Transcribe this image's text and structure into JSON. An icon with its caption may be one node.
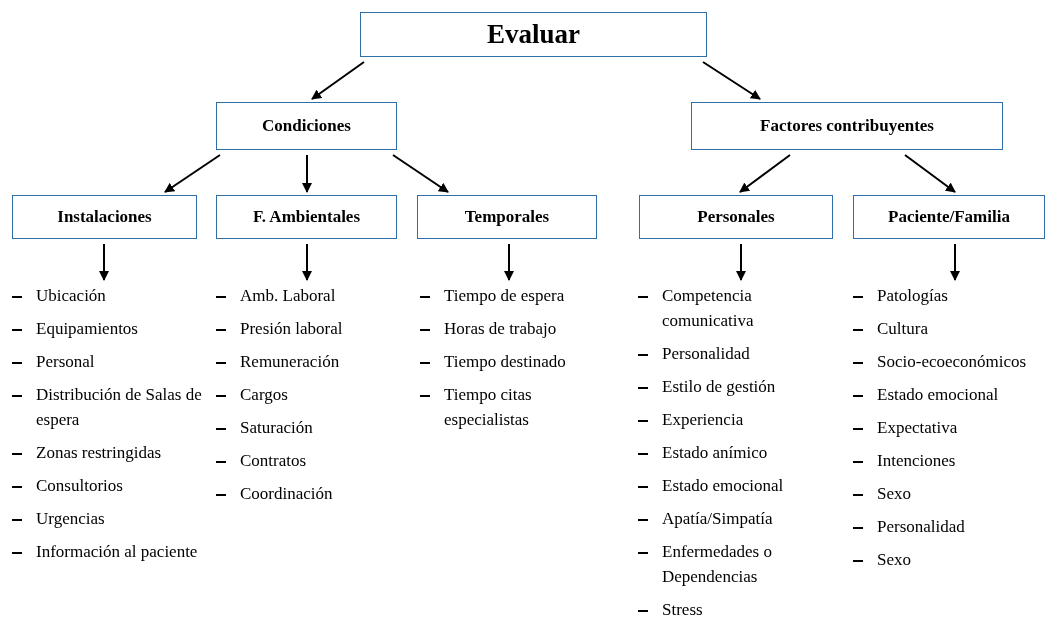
{
  "diagram": {
    "nodes": [
      {
        "text": [
          "Evaluar"
        ]
      },
      {
        "text": [
          "Condiciones"
        ]
      },
      {
        "text": [
          "Factores contribuyentes"
        ]
      },
      {
        "text": [
          "Instalaciones"
        ]
      },
      {
        "text": [
          "F. Ambientales"
        ]
      },
      {
        "text": [
          "Temporales"
        ]
      },
      {
        "text": [
          "Personales"
        ]
      },
      {
        "text": [
          "Paciente/Familia"
        ]
      },
      {
        "text": [
          "Ubicación",
          "Equipamientos",
          "Personal",
          "Distribución de Salas de espera",
          "Zonas restringidas",
          "Consultorios",
          "Urgencias",
          "Información al paciente"
        ]
      },
      {
        "text": [
          "Amb. Laboral",
          "Presión laboral",
          "Remuneración",
          "Cargos",
          "Saturación",
          "Contratos",
          "Coordinación"
        ]
      },
      {
        "text": [
          "Tiempo de espera",
          "Horas de trabajo",
          "Tiempo destinado",
          "Tiempo citas especialistas"
        ]
      },
      {
        "text": [
          "Competencia comunicativa",
          "Personalidad",
          "Estilo de gestión",
          "Experiencia",
          "Estado anímico",
          "Estado emocional",
          "Apatía/Simpatía",
          "Enfermedades o Dependencias",
          "Stress"
        ]
      },
      {
        "text": [
          "Patologías",
          "Cultura",
          "Socio-ecoeconómicos",
          "Estado emocional",
          "Expectativa",
          "Intenciones",
          "Sexo",
          "Personalidad",
          "Sexo"
        ]
      }
    ],
    "edges": [
      {
        "from": 0,
        "to": 1,
        "arrow": "to"
      },
      {
        "from": 0,
        "to": 2,
        "arrow": "to"
      },
      {
        "from": 1,
        "to": 3,
        "arrow": "to"
      },
      {
        "from": 1,
        "to": 4,
        "arrow": "to"
      },
      {
        "from": 1,
        "to": 5,
        "arrow": "to"
      },
      {
        "from": 2,
        "to": 6,
        "arrow": "to"
      },
      {
        "from": 2,
        "to": 7,
        "arrow": "to"
      },
      {
        "from": 3,
        "to": 8,
        "arrow": "to"
      },
      {
        "from": 4,
        "to": 9,
        "arrow": "to"
      },
      {
        "from": 5,
        "to": 10,
        "arrow": "to"
      },
      {
        "from": 6,
        "to": 11,
        "arrow": "to"
      },
      {
        "from": 7,
        "to": 12,
        "arrow": "to"
      }
    ]
  }
}
